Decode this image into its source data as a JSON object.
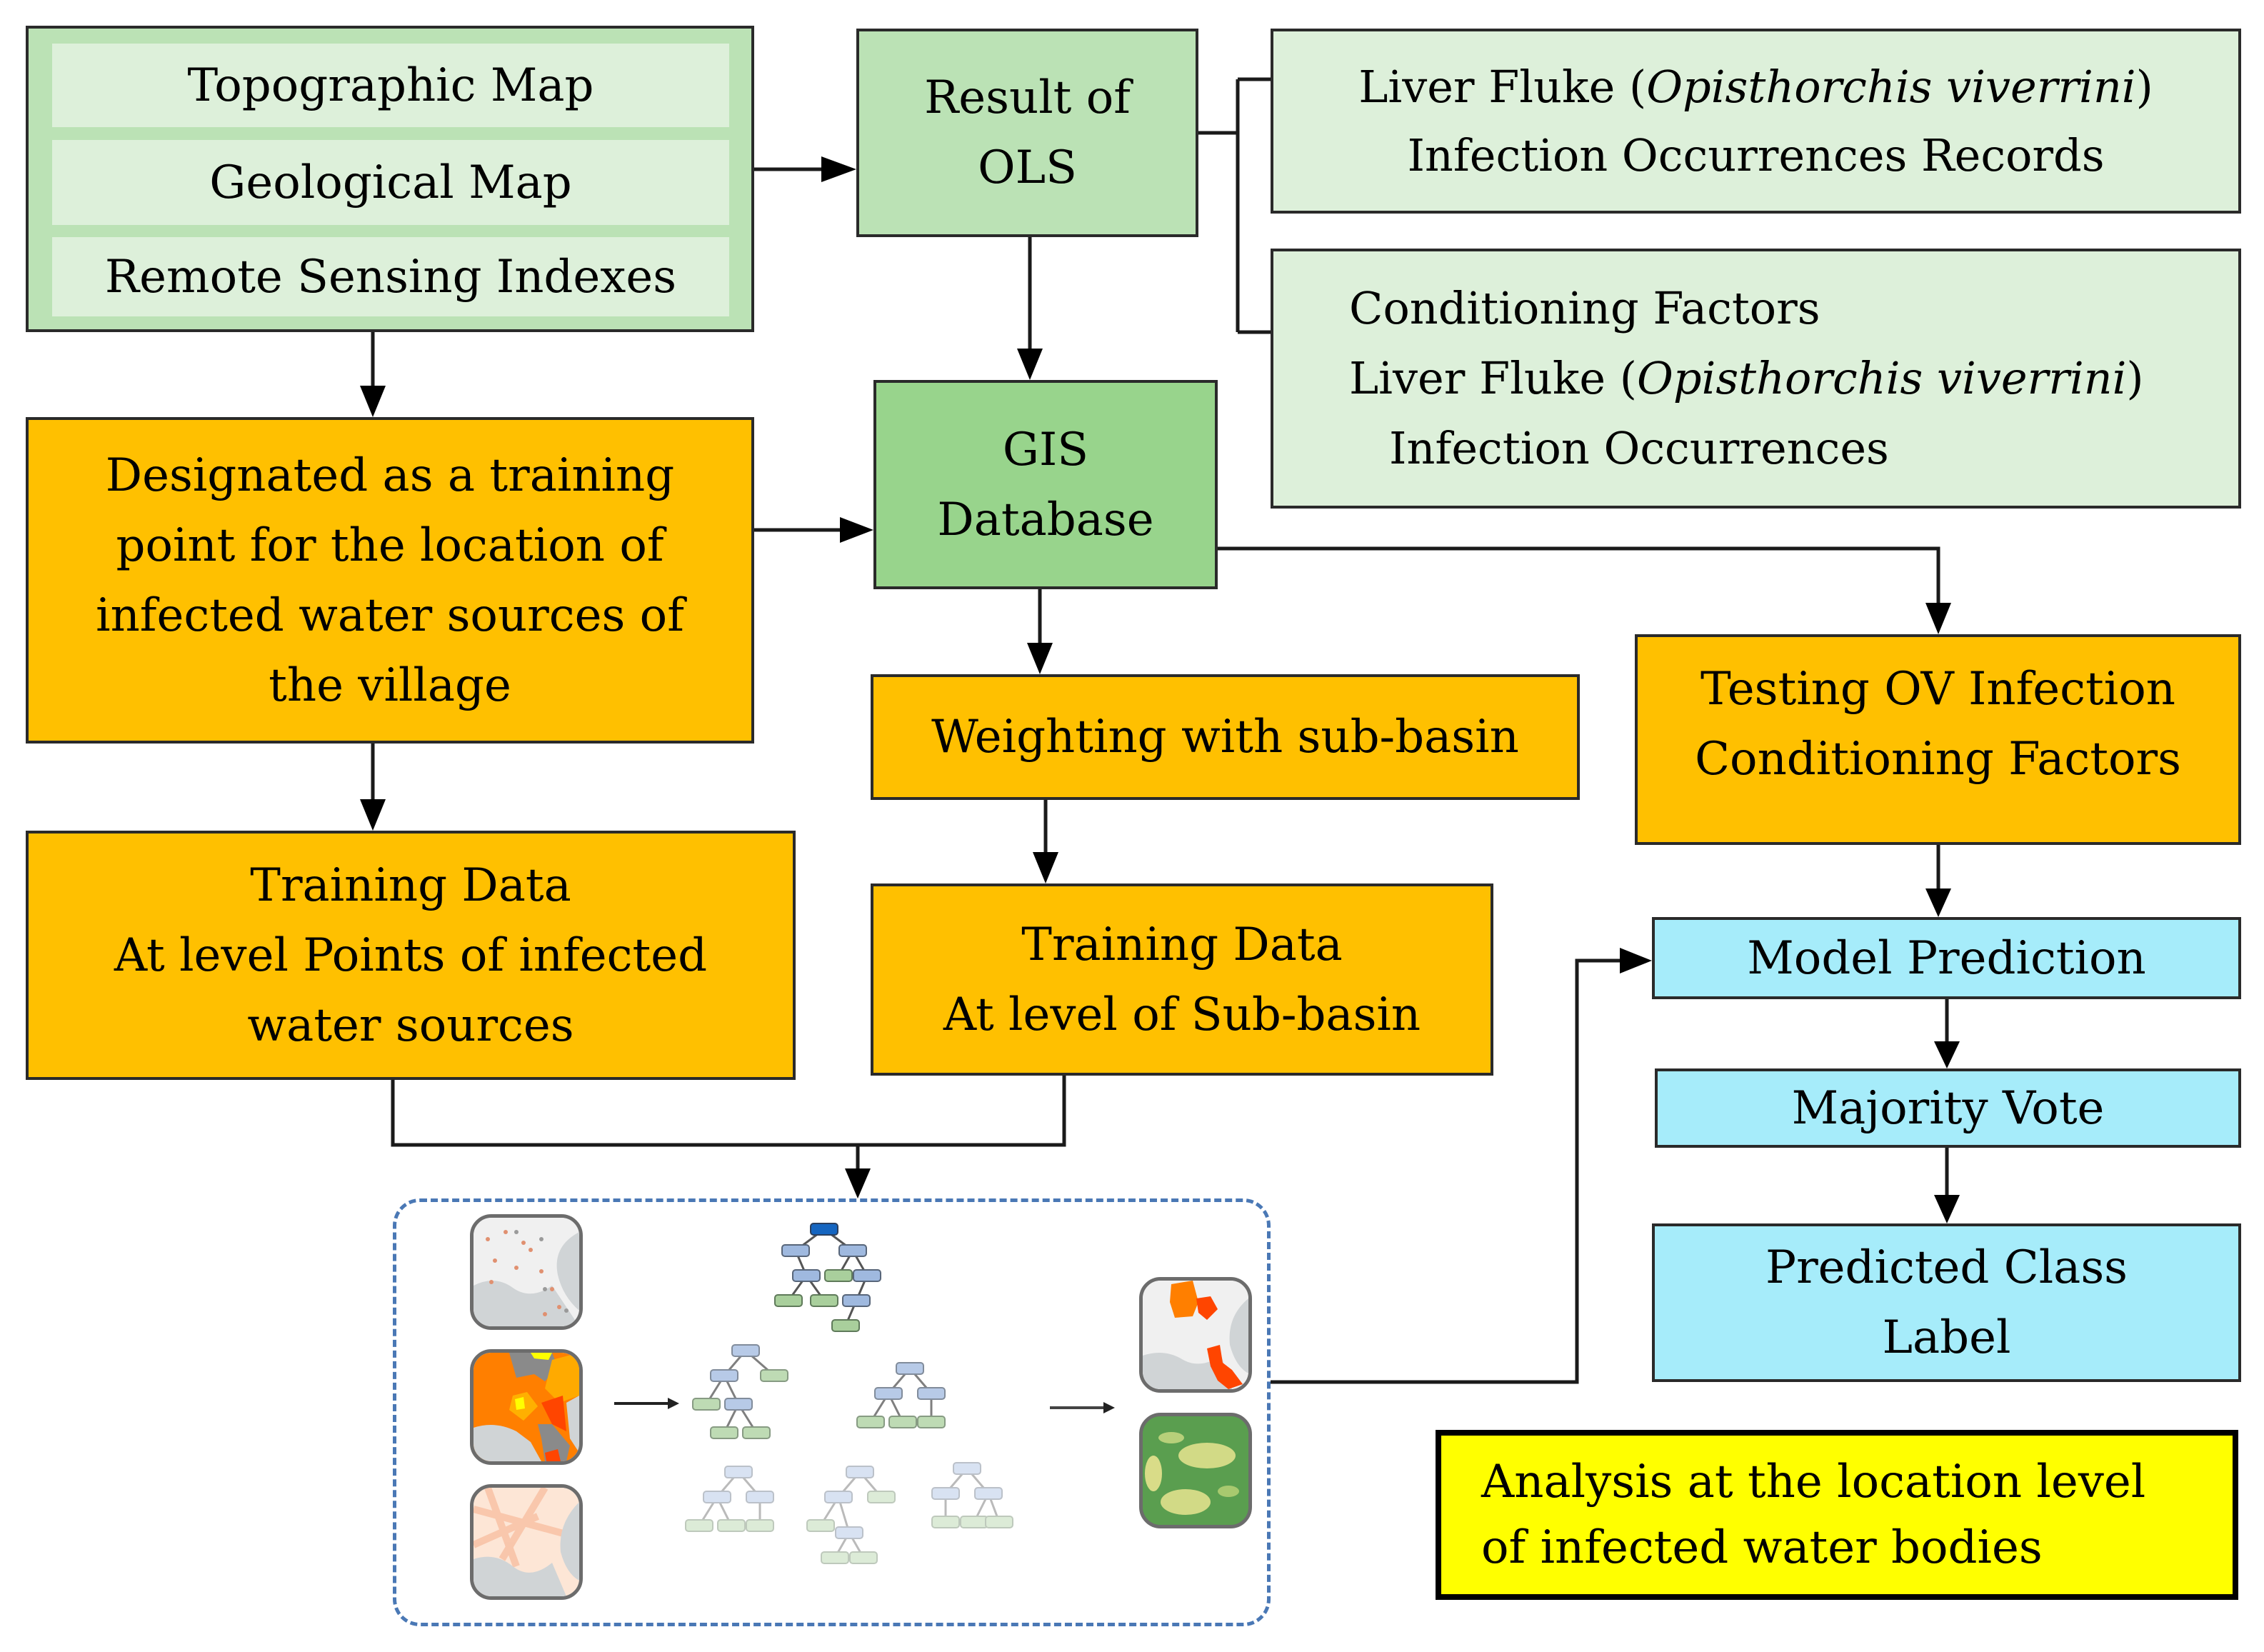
{
  "diagram": {
    "inputs": {
      "items": [
        "Topographic Map",
        "Geological Map",
        "Remote Sensing Indexes"
      ]
    },
    "ols": {
      "lines": [
        "Result of",
        "OLS"
      ]
    },
    "occurrence_records": {
      "line1_prefix": "Liver Fluke (",
      "line1_italic": "Opisthorchis viverrini",
      "line1_suffix": ")",
      "line2": "Infection Occurrences Records"
    },
    "conditioning": {
      "line1": "Conditioning Factors",
      "line2_prefix": "Liver Fluke (",
      "line2_italic": "Opisthorchis viverrini",
      "line2_suffix": ")",
      "line3": "Infection Occurrences"
    },
    "gis": {
      "lines": [
        "GIS",
        "Database"
      ]
    },
    "designated": {
      "lines": [
        "Designated as a training",
        "point for the location of",
        "infected water sources of",
        "the village"
      ]
    },
    "weighting": {
      "label": "Weighting with sub-basin"
    },
    "training_points": {
      "lines": [
        "Training Data",
        "At level Points of infected",
        "water sources"
      ]
    },
    "training_subbasin": {
      "lines": [
        "Training Data",
        "At level of Sub-basin"
      ]
    },
    "testing": {
      "lines": [
        "Testing OV Infection",
        "Conditioning Factors"
      ]
    },
    "model_prediction": {
      "label": "Model Prediction"
    },
    "majority_vote": {
      "label": "Majority Vote"
    },
    "predicted_class": {
      "lines": [
        "Predicted Class",
        "Label"
      ]
    },
    "analysis_note": {
      "lines": [
        "Analysis at the location level",
        "of infected water bodies"
      ]
    },
    "random_forest_panel": {
      "input_maps": [
        "occurrence-points-map",
        "choropleth-factor-map",
        "distance-raster-map"
      ],
      "trees": 6,
      "output_maps": [
        "predicted-risk-map",
        "susceptibility-raster-map"
      ]
    }
  },
  "colors": {
    "green_light": "#bbe2b5",
    "green_pale": "#ddf0da",
    "green_mid": "#98d48c",
    "orange": "#ffc000",
    "cyan": "#a6ecfa",
    "yellow": "#ffff00",
    "panel_dash": "#4a78b5"
  }
}
